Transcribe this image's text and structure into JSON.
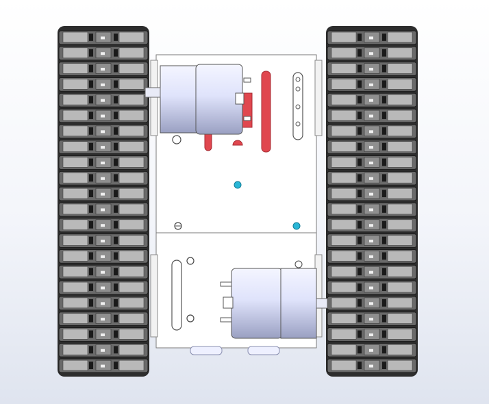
{
  "scene": {
    "view": "top",
    "background": {
      "top": "#ffffff",
      "bottom": "#dfe4ef"
    },
    "colors": {
      "track_dark": "#2d2d2d",
      "track_mid": "#6a6a6a",
      "track_light": "#b9b9b9",
      "chassis": "#ffffff",
      "chassis_edge": "#7a7a7a",
      "motor_light": "#e6e9ff",
      "motor_dark": "#a7acc9",
      "red_part": "#e0474f",
      "cyan_hole": "#29b6d6"
    },
    "parts": {
      "tracks": 2,
      "motors": 2,
      "track_links_per_side": 22,
      "cyan_holes": 2,
      "red_parts": 3
    }
  }
}
